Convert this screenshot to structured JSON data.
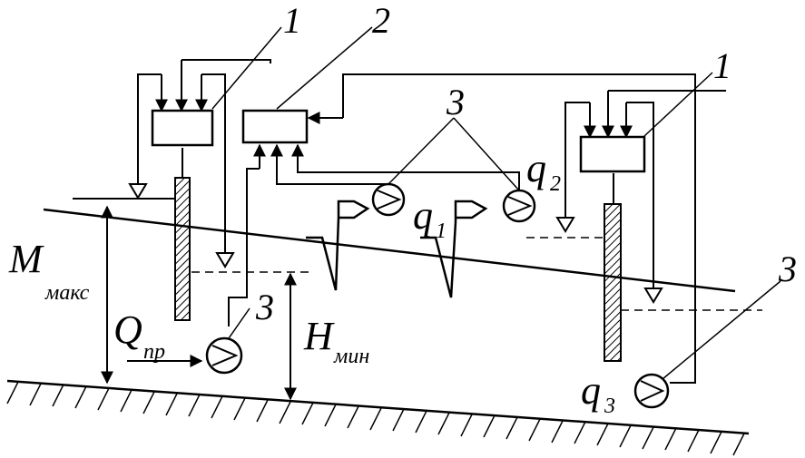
{
  "labels": {
    "controller_1_left": "1",
    "controller_2": "2",
    "controller_1_right": "1",
    "sensor_3_top": "3",
    "sensor_3_bottom": "3",
    "sensor_3_right": "3",
    "q1_main": "q",
    "q1_sub": "1",
    "q2_main": "q",
    "q2_sub": "2",
    "q3_main": "q",
    "q3_sub": "3",
    "m_main": "M",
    "m_sub": "макс",
    "h_main": "H",
    "h_sub": "мин",
    "qpr_main": "Q",
    "qpr_sub": "пр"
  }
}
